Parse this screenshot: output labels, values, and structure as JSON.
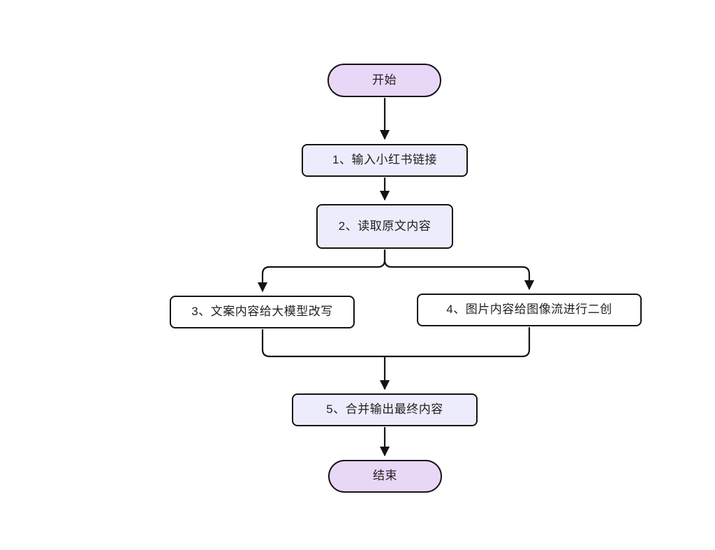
{
  "diagram": {
    "type": "flowchart",
    "nodes": {
      "start": {
        "label": "开始",
        "shape": "terminal"
      },
      "step1": {
        "label": "1、输入小红书链接",
        "shape": "process"
      },
      "step2": {
        "label": "2、读取原文内容",
        "shape": "process"
      },
      "step3": {
        "label": "3、文案内容给大模型改写",
        "shape": "branch"
      },
      "step4": {
        "label": "4、图片内容给图像流进行二创",
        "shape": "branch"
      },
      "step5": {
        "label": "5、合并输出最终内容",
        "shape": "process"
      },
      "end": {
        "label": "结束",
        "shape": "terminal"
      }
    },
    "edges": [
      {
        "from": "start",
        "to": "step1"
      },
      {
        "from": "step1",
        "to": "step2"
      },
      {
        "from": "step2",
        "to": "step3"
      },
      {
        "from": "step2",
        "to": "step4"
      },
      {
        "from": "step3",
        "to": "step5"
      },
      {
        "from": "step4",
        "to": "step5"
      },
      {
        "from": "step5",
        "to": "end"
      }
    ],
    "colors": {
      "terminal_fill": "#e9d7f7",
      "process_fill": "#edecfc",
      "branch_fill": "#ffffff",
      "stroke": "#141414",
      "text": "#1f1f1f"
    }
  }
}
